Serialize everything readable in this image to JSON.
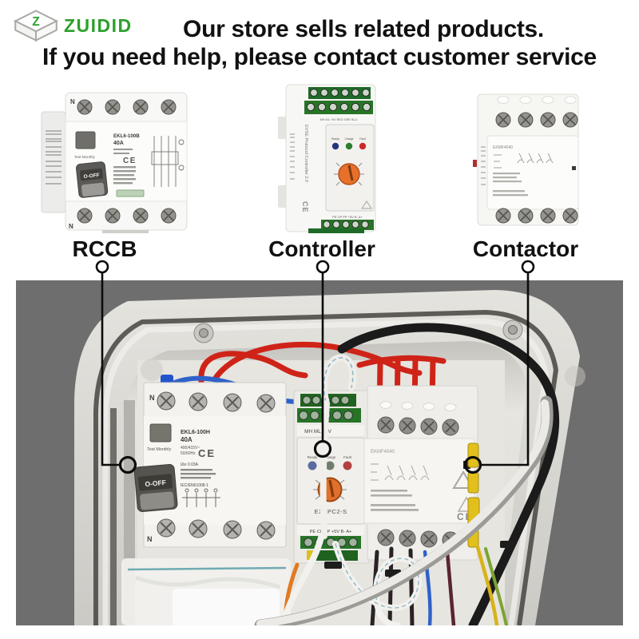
{
  "brand": {
    "name": "ZUIDID",
    "logo_letter": "Z"
  },
  "headline": {
    "line1": "Our store sells related products.",
    "line2": "If you need help, please contact customer service"
  },
  "callouts": [
    {
      "label": "RCCB"
    },
    {
      "label": "Controller"
    },
    {
      "label": "Contactor"
    }
  ],
  "products": {
    "rccb": {
      "model": "EKL6-100B",
      "rating": "40A",
      "test_label": "Test Monthly",
      "switch_label": "O-OFF",
      "n_top": "N",
      "n_bottom": "N",
      "ce": "CE"
    },
    "controller": {
      "side_label": "EVSE Protocol Controller 2.0",
      "top_terminals": "MH ML +5V RED GRE BLU",
      "bottom_terminals": "PE CP PP +5V B- A+",
      "led_ready": "Ready",
      "led_charge": "Charge",
      "led_fault": "Fault",
      "ce": "CE"
    },
    "contactor": {
      "model": "EKMF4040"
    }
  },
  "photo": {
    "rccb": {
      "model": "EKL6-100H",
      "rating": "40A",
      "voltage": "400/415V~",
      "frequency": "50/60Hz",
      "sensitivity": "IΔn 0.03A",
      "standard": "IEC/EN61008-1",
      "test_label": "Test Monthly",
      "switch_label": "O-OFF",
      "ce": "CE",
      "n_top": "N",
      "n_bottom": "N"
    },
    "controller": {
      "model": "EXEPC2-S",
      "top_terminals": "MH ML +5V",
      "bottom_terminals": "PE CP PP +5V B- A+",
      "led_ready": "Ready",
      "led_charge": "Charge",
      "led_fault": "Fault"
    },
    "contactor": {
      "model": "EKMF4040",
      "ce": "CE"
    }
  },
  "colors": {
    "brand_green": "#2ca02c",
    "headline_black": "#111111",
    "photo_background": "#6e6e6e",
    "wire_red": "#cf2318",
    "wire_blue": "#2f62c8",
    "wire_black": "#1b1b1b",
    "wire_orange": "#e07a22",
    "wire_yellow": "#d8b21a",
    "led_ready_blue": "#5a6b9e",
    "led_fault_red": "#b24040",
    "dial_orange": "#e8702a",
    "terminal_green": "#277427",
    "terminal_yellow": "#e2c01c"
  }
}
